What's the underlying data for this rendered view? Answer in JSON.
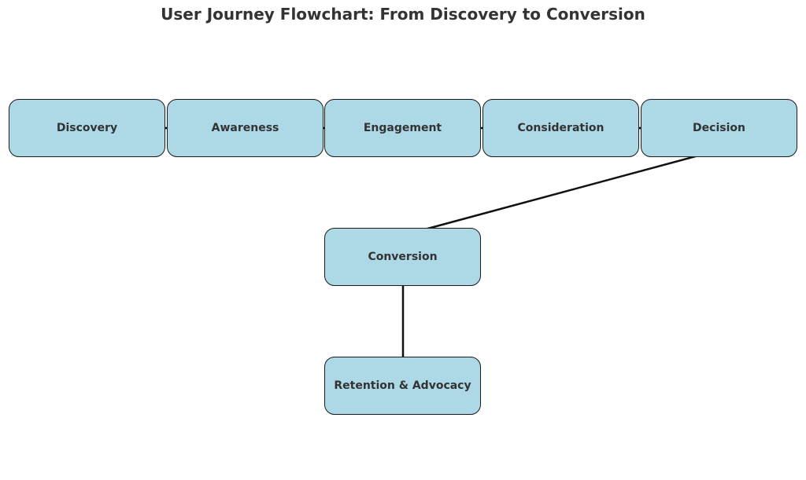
{
  "title": "User Journey Flowchart: From Discovery to Conversion",
  "colors": {
    "node_fill": "#add8e6",
    "node_border": "#1a1a1a",
    "text": "#333333",
    "edge": "#111111"
  },
  "nodes": [
    {
      "id": "discovery",
      "label": "Discovery"
    },
    {
      "id": "awareness",
      "label": "Awareness"
    },
    {
      "id": "engagement",
      "label": "Engagement"
    },
    {
      "id": "consideration",
      "label": "Consideration"
    },
    {
      "id": "decision",
      "label": "Decision"
    },
    {
      "id": "conversion",
      "label": "Conversion"
    },
    {
      "id": "retention",
      "label": "Retention & Advocacy"
    }
  ],
  "edges": [
    {
      "from": "discovery",
      "to": "awareness"
    },
    {
      "from": "awareness",
      "to": "engagement"
    },
    {
      "from": "engagement",
      "to": "consideration"
    },
    {
      "from": "consideration",
      "to": "decision"
    },
    {
      "from": "decision",
      "to": "conversion"
    },
    {
      "from": "conversion",
      "to": "retention"
    }
  ]
}
